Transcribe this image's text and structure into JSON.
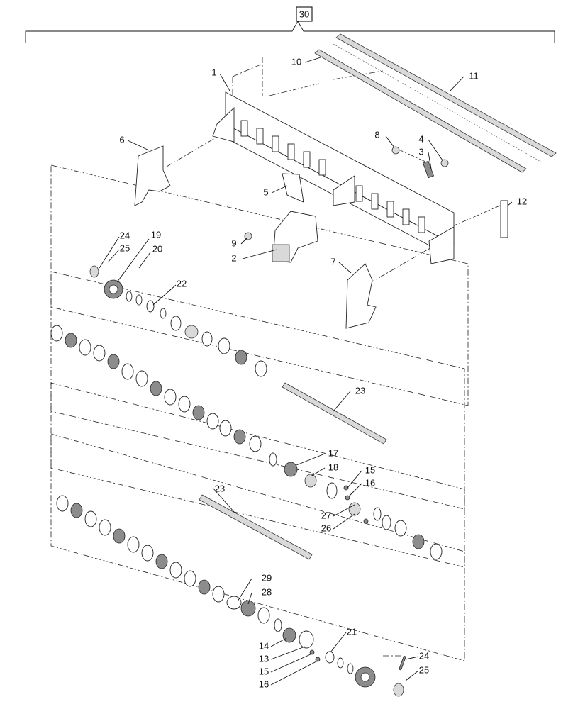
{
  "diagram": {
    "assembly_callout": "30",
    "callouts": {
      "c1": "1",
      "c2": "2",
      "c3": "3",
      "c4": "4",
      "c5": "5",
      "c6": "6",
      "c7": "7",
      "c8": "8",
      "c9": "9",
      "c10": "10",
      "c11": "11",
      "c12": "12",
      "c13": "13",
      "c14": "14",
      "c15a": "15",
      "c15b": "15",
      "c16a": "16",
      "c16b": "16",
      "c17": "17",
      "c18": "18",
      "c19": "19",
      "c20": "20",
      "c21": "21",
      "c22": "22",
      "c23a": "23",
      "c23b": "23",
      "c24a": "24",
      "c24b": "24",
      "c25a": "25",
      "c25b": "25",
      "c26": "26",
      "c27": "27",
      "c28": "28",
      "c29": "29"
    }
  }
}
